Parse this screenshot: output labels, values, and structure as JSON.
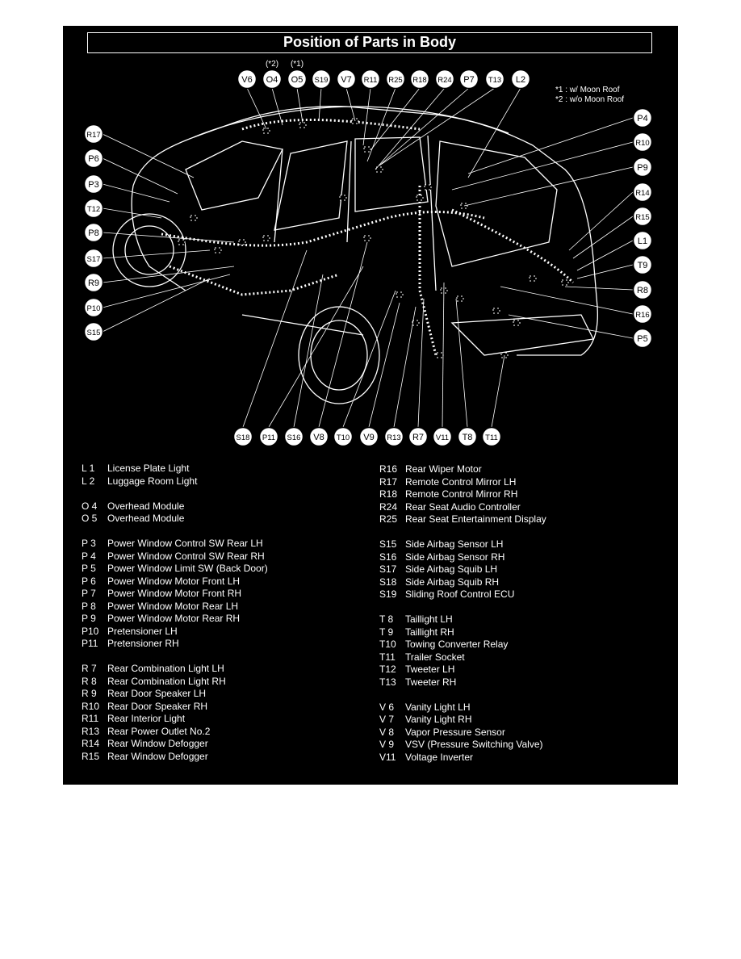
{
  "title": "Position of Parts in Body",
  "notes": [
    "*1 : w/ Moon Roof",
    "*2 : w/o Moon Roof"
  ],
  "top_labels": [
    "V6",
    "O4",
    "O5",
    "S19",
    "V7",
    "R11",
    "R25",
    "R18",
    "R24",
    "P7",
    "T13",
    "L2"
  ],
  "top_marks": [
    "(*2)",
    "(*1)"
  ],
  "left_labels": [
    "R17",
    "P6",
    "P3",
    "T12",
    "P8",
    "S17",
    "R9",
    "P10",
    "S15"
  ],
  "right_labels": [
    "P4",
    "R10",
    "P9",
    "R14",
    "R15",
    "L1",
    "T9",
    "R8",
    "R16",
    "P5"
  ],
  "bottom_labels": [
    "S18",
    "P11",
    "S16",
    "V8",
    "T10",
    "V9",
    "R13",
    "R7",
    "V11",
    "T8",
    "T11"
  ],
  "legend_left": [
    {
      "code": "L 1",
      "name": "License Plate Light"
    },
    {
      "code": "L 2",
      "name": "Luggage Room Light"
    },
    {
      "code": "",
      "name": ""
    },
    {
      "code": "O 4",
      "name": "Overhead Module"
    },
    {
      "code": "O 5",
      "name": "Overhead Module"
    },
    {
      "code": "",
      "name": ""
    },
    {
      "code": "P 3",
      "name": "Power Window Control SW Rear LH"
    },
    {
      "code": "P 4",
      "name": "Power Window Control SW Rear RH"
    },
    {
      "code": "P 5",
      "name": "Power Window Limit SW (Back Door)"
    },
    {
      "code": "P 6",
      "name": "Power Window Motor Front LH"
    },
    {
      "code": "P 7",
      "name": "Power Window Motor Front RH"
    },
    {
      "code": "P 8",
      "name": "Power Window Motor Rear LH"
    },
    {
      "code": "P 9",
      "name": "Power Window Motor Rear RH"
    },
    {
      "code": "P10",
      "name": "Pretensioner LH"
    },
    {
      "code": "P11",
      "name": "Pretensioner RH"
    },
    {
      "code": "",
      "name": ""
    },
    {
      "code": "R 7",
      "name": "Rear Combination Light LH"
    },
    {
      "code": "R 8",
      "name": "Rear Combination Light RH"
    },
    {
      "code": "R 9",
      "name": "Rear Door Speaker LH"
    },
    {
      "code": "R10",
      "name": "Rear Door Speaker RH"
    },
    {
      "code": "R11",
      "name": "Rear Interior Light"
    },
    {
      "code": "R13",
      "name": "Rear Power Outlet No.2"
    },
    {
      "code": "R14",
      "name": "Rear Window Defogger"
    },
    {
      "code": "R15",
      "name": "Rear Window Defogger"
    }
  ],
  "legend_right": [
    {
      "code": "R16",
      "name": "Rear Wiper Motor"
    },
    {
      "code": "R17",
      "name": "Remote Control Mirror LH"
    },
    {
      "code": "R18",
      "name": "Remote Control Mirror RH"
    },
    {
      "code": "R24",
      "name": "Rear Seat Audio Controller"
    },
    {
      "code": "R25",
      "name": "Rear Seat Entertainment Display"
    },
    {
      "code": "",
      "name": ""
    },
    {
      "code": "S15",
      "name": "Side Airbag Sensor LH"
    },
    {
      "code": "S16",
      "name": "Side Airbag Sensor RH"
    },
    {
      "code": "S17",
      "name": "Side Airbag Squib LH"
    },
    {
      "code": "S18",
      "name": "Side Airbag Squib RH"
    },
    {
      "code": "S19",
      "name": "Sliding Roof Control ECU"
    },
    {
      "code": "",
      "name": ""
    },
    {
      "code": "T 8",
      "name": "Taillight LH"
    },
    {
      "code": "T 9",
      "name": "Taillight RH"
    },
    {
      "code": "T10",
      "name": "Towing Converter Relay"
    },
    {
      "code": "T11",
      "name": "Trailer Socket"
    },
    {
      "code": "T12",
      "name": "Tweeter LH"
    },
    {
      "code": "T13",
      "name": "Tweeter RH"
    },
    {
      "code": "",
      "name": ""
    },
    {
      "code": "V 6",
      "name": "Vanity Light LH"
    },
    {
      "code": "V 7",
      "name": "Vanity Light RH"
    },
    {
      "code": "V 8",
      "name": "Vapor Pressure Sensor"
    },
    {
      "code": "V 9",
      "name": "VSV (Pressure Switching Valve)"
    },
    {
      "code": "V11",
      "name": "Voltage Inverter"
    }
  ]
}
